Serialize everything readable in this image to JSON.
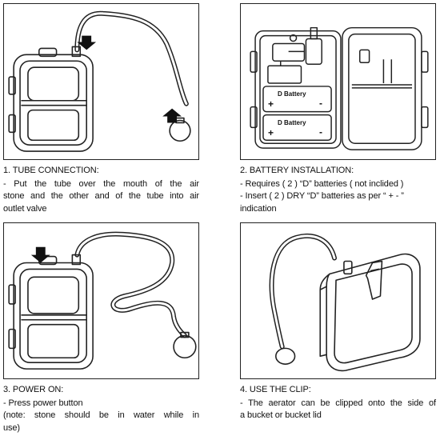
{
  "steps": [
    {
      "title": "1. TUBE CONNECTION:",
      "lines": [
        "- Put the tube over the mouth of the air",
        "stone and the other and of the tube into air",
        "outlet valve"
      ]
    },
    {
      "title": "2. BATTERY INSTALLATION:",
      "lines": [
        "- Requires ( 2 ) “D” batteries ( not inclided )",
        "- Insert ( 2 ) DRY “D” batteries as per “ + - ”",
        "indication"
      ],
      "battery_labels": [
        "D Battery",
        "D Battery"
      ],
      "plus": "+",
      "minus": "-"
    },
    {
      "title": "3. POWER ON:",
      "lines": [
        "- Press power button",
        "(note: stone should be in water while in",
        "use)"
      ]
    },
    {
      "title": "4. USE THE CLIP:",
      "lines": [
        "- The aerator can be clipped onto the side of",
        "a bucket or bucket lid"
      ]
    }
  ]
}
